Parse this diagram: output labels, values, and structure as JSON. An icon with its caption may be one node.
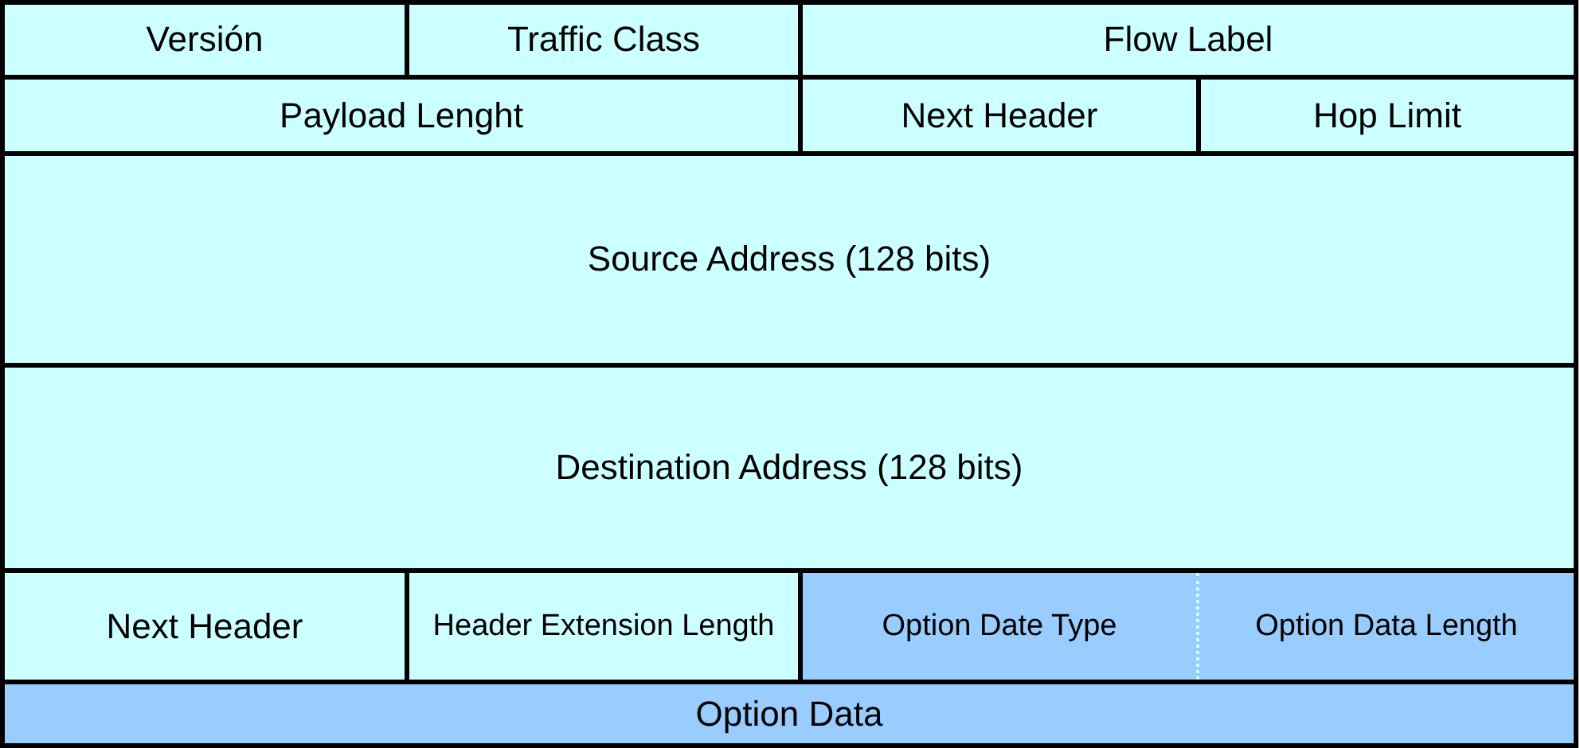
{
  "diagram": {
    "nodes": [
      {
        "text": [
          "Versión"
        ]
      },
      {
        "text": [
          "Traffic Class"
        ]
      },
      {
        "text": [
          "Flow Label"
        ]
      },
      {
        "text": [
          "Payload Lenght"
        ]
      },
      {
        "text": [
          "Next Header"
        ]
      },
      {
        "text": [
          "Hop Limit"
        ]
      },
      {
        "text": [
          "Source Address (128 bits)"
        ]
      },
      {
        "text": [
          "Destination Address (128 bits)"
        ]
      },
      {
        "text": [
          "Next Header"
        ]
      },
      {
        "text": [
          "Header Extension Length"
        ]
      },
      {
        "text": [
          "Option Date Type"
        ]
      },
      {
        "text": [
          "Option Data Length"
        ]
      },
      {
        "text": [
          "Option Data"
        ]
      }
    ]
  }
}
